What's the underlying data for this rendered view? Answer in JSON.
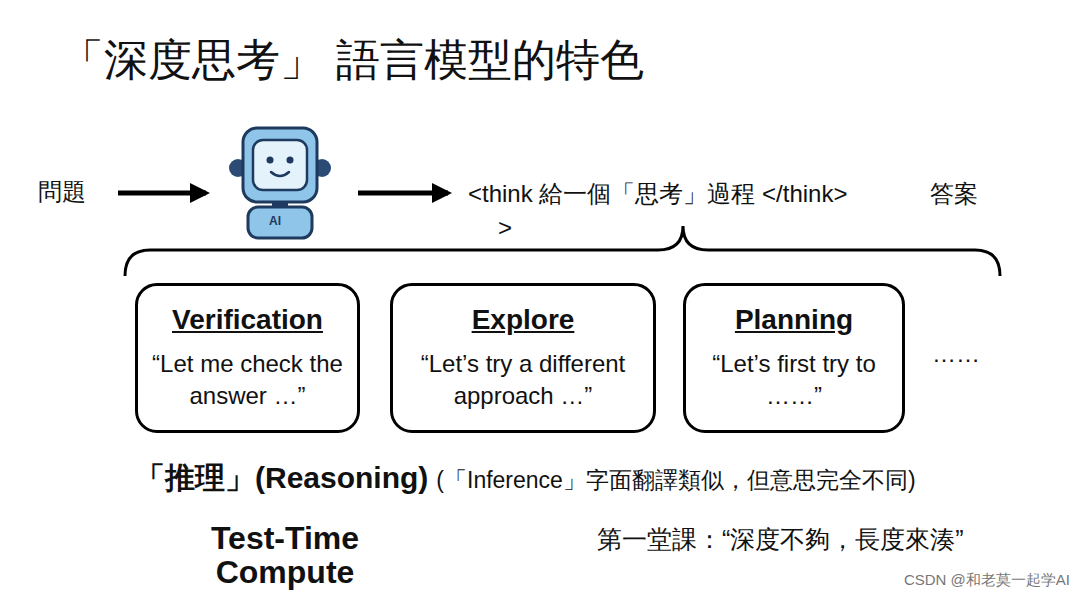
{
  "diagram": {
    "title": "「深度思考」 語言模型的特色",
    "nodes": [
      {
        "text": [
          "Verification",
          "“Let me check the answer …”"
        ]
      },
      {
        "text": [
          "Explore",
          "“Let’s try a different approach …”"
        ]
      },
      {
        "text": [
          "Planning",
          "“Let’s first try to ……”"
        ]
      }
    ],
    "labels": [
      "問題",
      "AI",
      "<think 給一個「思考」過程 </think>",
      ">",
      "答案",
      "……",
      "「推理」(Reasoning)",
      "(「Inference」字面翻譯類似，但意思完全不同)",
      "Test-Time Compute",
      "第一堂課：“深度不夠，長度來湊”",
      "CSDN @和老莫一起学AI"
    ]
  }
}
